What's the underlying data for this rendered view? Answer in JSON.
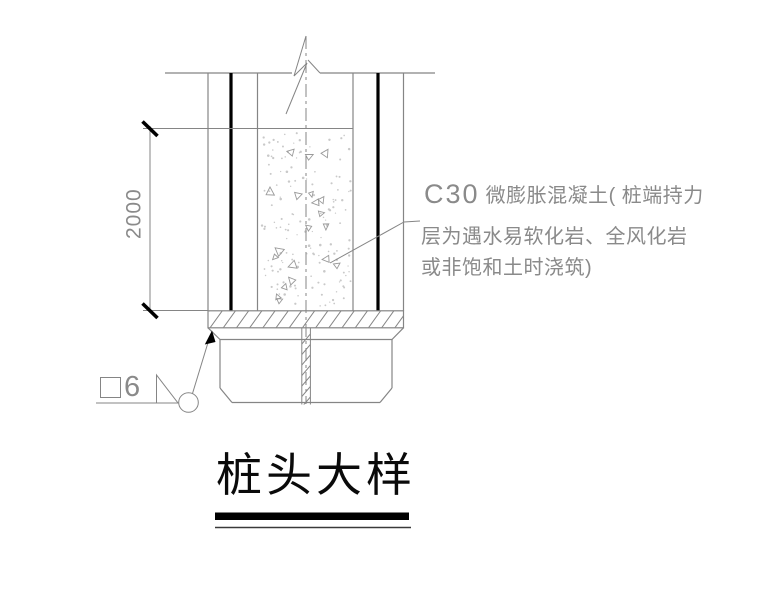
{
  "drawing": {
    "title": "桩头大样",
    "dimension_label": "2000",
    "weld_size_label": "6",
    "annotation": {
      "code": "C30",
      "line1_rest": " 微膨胀混凝土( 桩端持力",
      "line2": "层为遇水易软化岩、全风化岩",
      "line3": "或非饱和土时浇筑)"
    },
    "colors": {
      "line-gray": "#858585",
      "text-gray": "#8a8a8a",
      "ink": "#000000",
      "stipple": "#c9c9c9"
    }
  }
}
